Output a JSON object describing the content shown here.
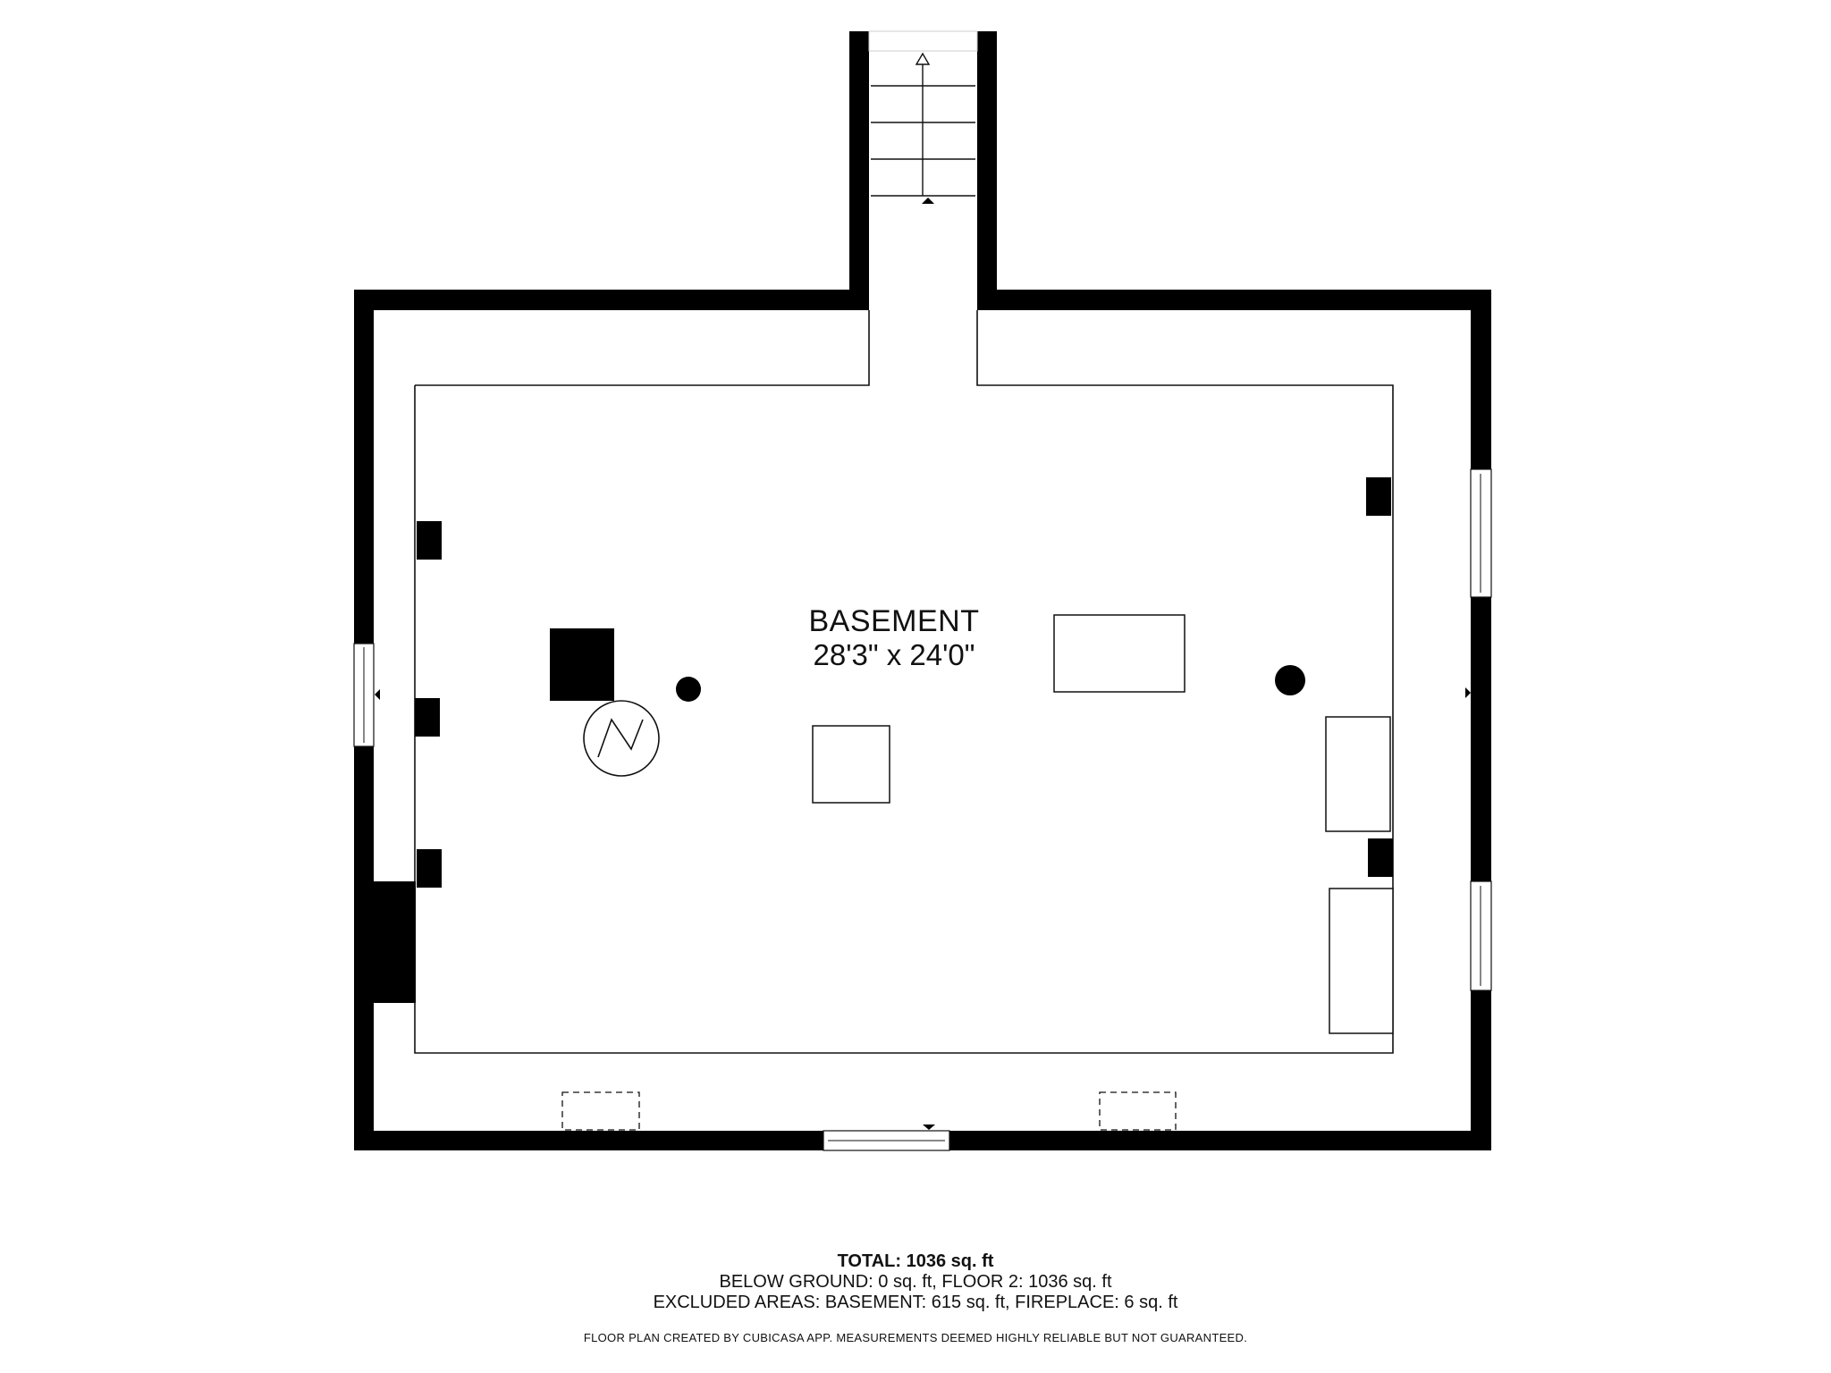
{
  "room": {
    "name": "BASEMENT",
    "dimensions": "28'3\" x 24'0\""
  },
  "summary": {
    "total": "TOTAL: 1036 sq. ft",
    "below_ground": "BELOW GROUND: 0 sq. ft, FLOOR 2: 1036 sq. ft",
    "excluded": "EXCLUDED AREAS: BASEMENT: 615 sq. ft, FIREPLACE: 6 sq. ft"
  },
  "credit": "FLOOR PLAN CREATED BY CUBICASA APP. MEASUREMENTS DEEMED HIGHLY RELIABLE BUT NOT GUARANTEED.",
  "colors": {
    "wall": "#000000",
    "background": "#ffffff",
    "line": "#111111"
  }
}
